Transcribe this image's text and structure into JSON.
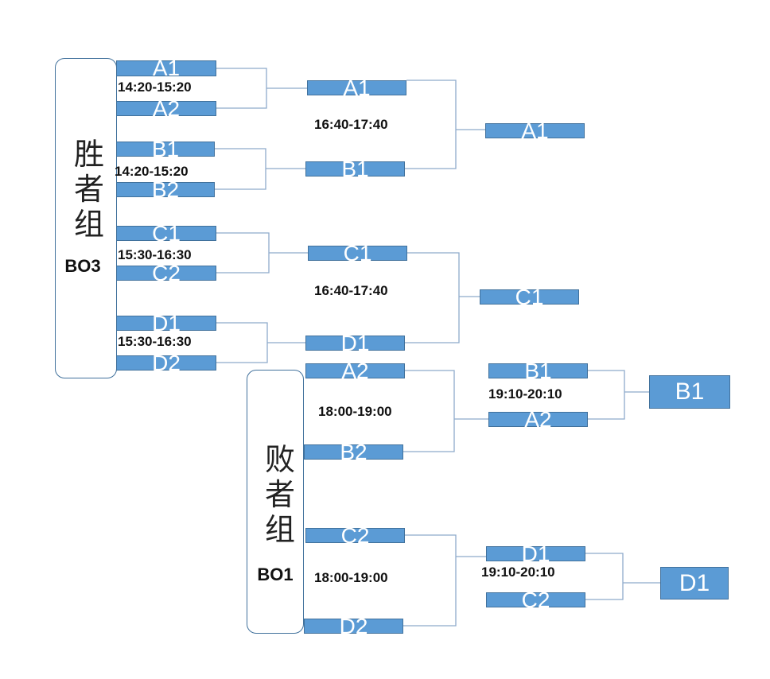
{
  "winners_group": {
    "title": "胜者组",
    "format": "BO3",
    "round1": {
      "slots": [
        "A1",
        "A2",
        "B1",
        "B2",
        "C1",
        "C2",
        "D1",
        "D2"
      ],
      "times": [
        "14:20-15:20",
        "14:20-15:20",
        "15:30-16:30",
        "15:30-16:30"
      ]
    },
    "round2": {
      "slots": [
        "A1",
        "B1",
        "C1",
        "D1"
      ],
      "times": [
        "16:40-17:40",
        "16:40-17:40"
      ]
    },
    "round3": {
      "slots": [
        "A1",
        "C1"
      ]
    }
  },
  "losers_group": {
    "title": "败者组",
    "format": "BO1",
    "round1": {
      "slots": [
        "A2",
        "B2",
        "C2",
        "D2"
      ],
      "times": [
        "18:00-19:00",
        "18:00-19:00"
      ]
    },
    "round2": {
      "slots": [
        "B1",
        "A2",
        "D1",
        "C2"
      ],
      "times": [
        "19:10-20:10",
        "19:10-20:10"
      ]
    },
    "round3": {
      "slots": [
        "B1",
        "D1"
      ]
    }
  },
  "colors": {
    "slot_fill": "#5b9bd5",
    "slot_border": "#41719c",
    "connector": "#8eaacb",
    "group_border": "#41719c"
  }
}
